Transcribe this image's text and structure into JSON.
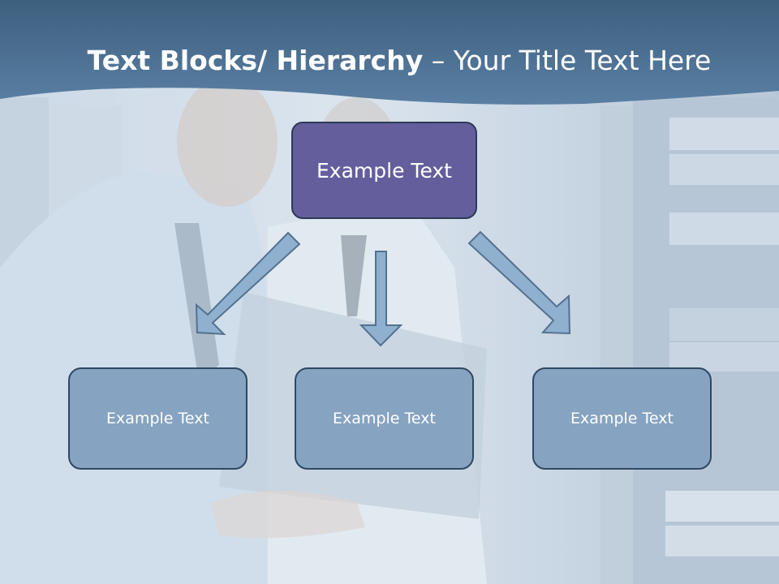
{
  "slide": {
    "title_bold": "Text Blocks/ Hierarchy",
    "title_dash": " – ",
    "title_light": "Your Title Text Here"
  },
  "hierarchy": {
    "top": {
      "label": "Example Text"
    },
    "children": [
      {
        "label": "Example Text"
      },
      {
        "label": "Example Text"
      },
      {
        "label": "Example Text"
      }
    ]
  },
  "colors": {
    "header_band": "#4a6f92",
    "top_box_fill": "#645e9d",
    "child_box_fill": "#86a3c1",
    "arrow_fill": "#8fb0cf",
    "arrow_stroke": "#54718f"
  }
}
